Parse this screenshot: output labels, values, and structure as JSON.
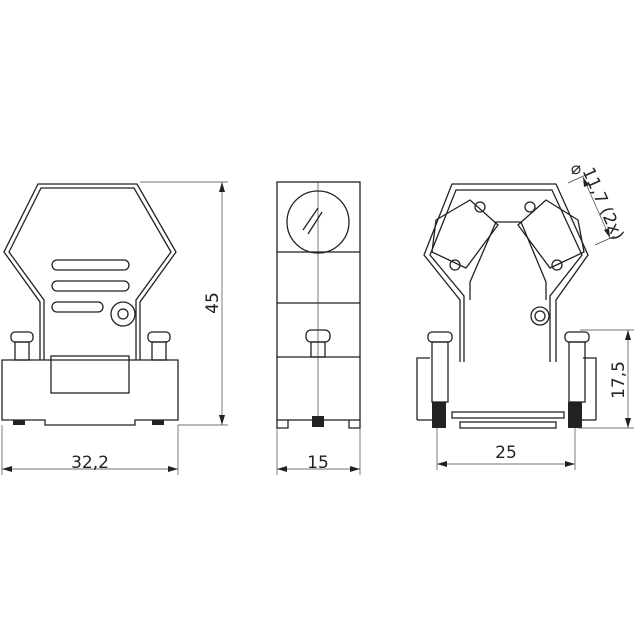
{
  "dimensions": {
    "front_width": "32,2",
    "height": "45",
    "side_width": "15",
    "screw_spacing": "25",
    "screw_height": "17,5",
    "cable_diameter": "11,7 (2x)",
    "diameter_symbol": "⌀"
  }
}
